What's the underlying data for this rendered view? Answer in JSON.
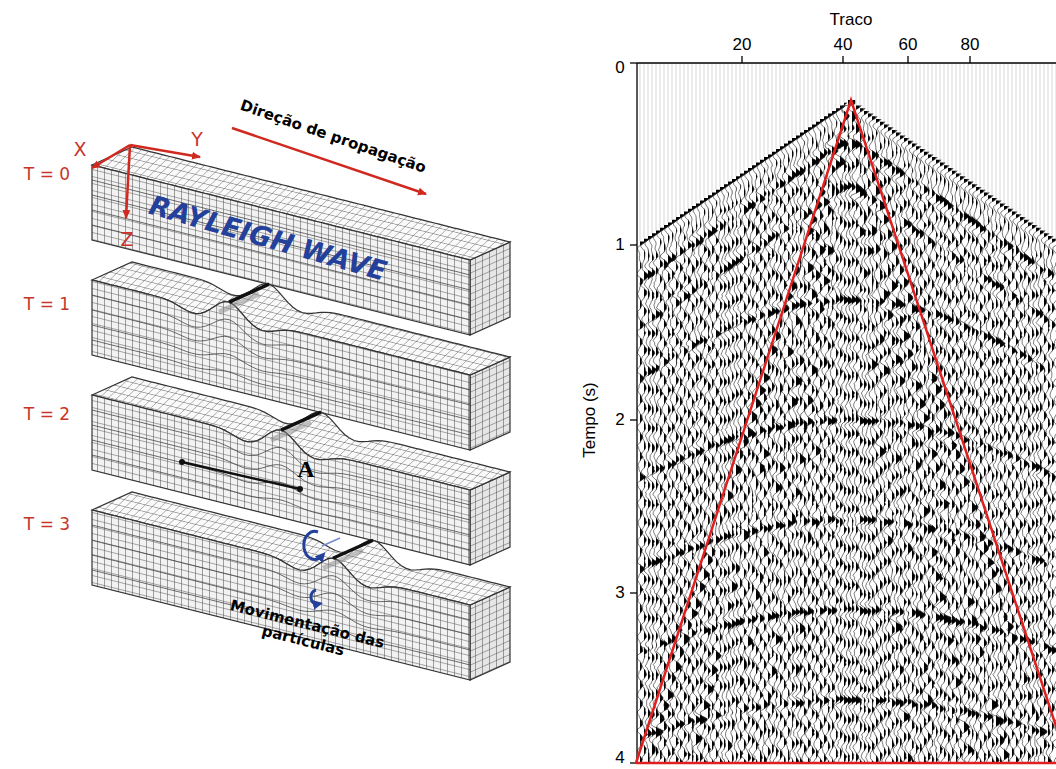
{
  "diagram": {
    "labels": [
      "X",
      "Y",
      "Z",
      "Direção de propagação",
      "T = 0",
      "T = 1",
      "T = 2",
      "T = 3",
      "RAYLEIGH WAVE",
      "A",
      "Movimentação das partículas",
      "Traco",
      "20",
      "40",
      "60",
      "80",
      "0",
      "1",
      "2",
      "3",
      "4",
      "Tempo (s)"
    ]
  }
}
